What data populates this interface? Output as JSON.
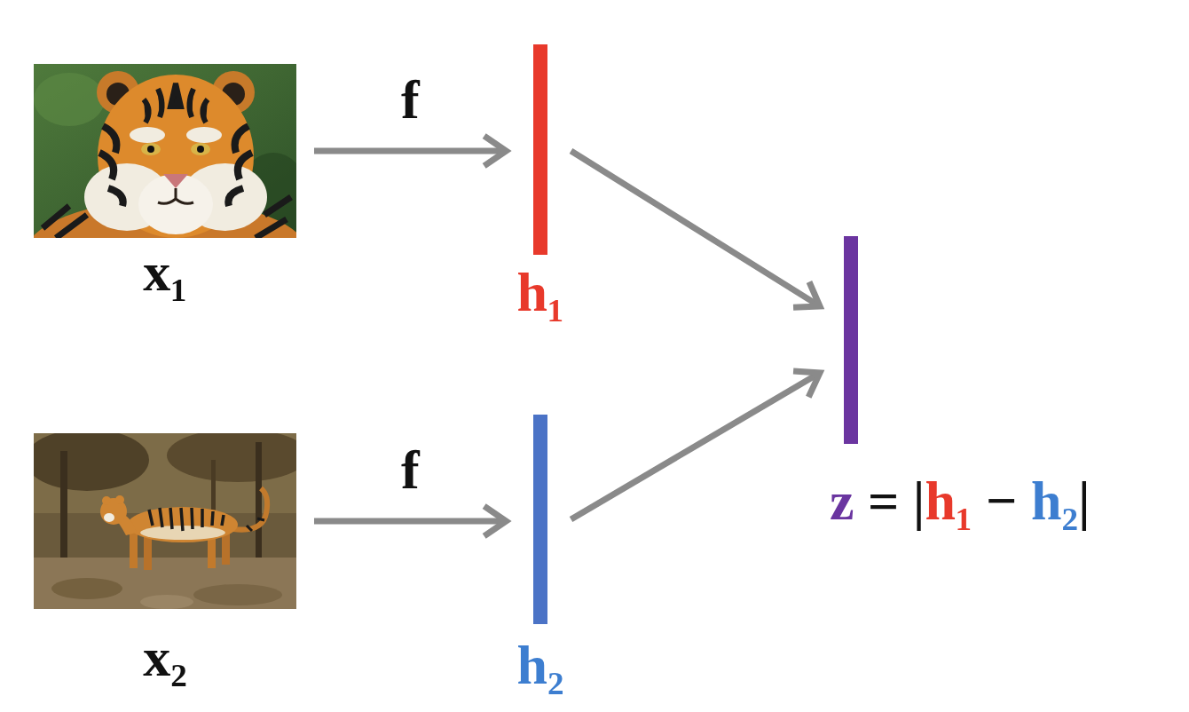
{
  "diagram": {
    "nodes": [
      {
        "text": [
          "x₁"
        ]
      },
      {
        "text": [
          "h₁"
        ]
      },
      {
        "text": [
          "x₂"
        ]
      },
      {
        "text": [
          "h₂"
        ]
      },
      {
        "text": [
          "z = |h₁ − h₂|"
        ]
      }
    ],
    "edges": [
      {
        "from": 0,
        "to": 1,
        "arrow": "to",
        "label": "f"
      },
      {
        "from": 2,
        "to": 3,
        "arrow": "to",
        "label": "f"
      },
      {
        "from": 1,
        "to": 4,
        "arrow": "to"
      },
      {
        "from": 3,
        "to": 4,
        "arrow": "to"
      }
    ]
  }
}
